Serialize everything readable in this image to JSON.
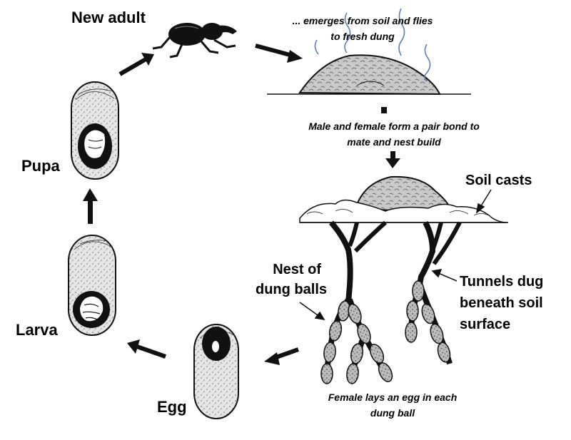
{
  "stages": {
    "new_adult": "New adult",
    "pupa": "Pupa",
    "larva": "Larva",
    "egg": "Egg"
  },
  "captions": {
    "emerges_line1": "... emerges from soil and flies",
    "emerges_line2": "to fresh dung",
    "pair_bond_line1": "Male and female form a pair bond to",
    "pair_bond_line2": "mate and nest build",
    "lays_line1": "Female lays an egg in each",
    "lays_line2": "dung ball"
  },
  "callouts": {
    "soil_casts": "Soil casts",
    "nest_line1": "Nest of",
    "nest_line2": "dung  balls",
    "tunnels_line1": "Tunnels dug",
    "tunnels_line2": "beneath soil",
    "tunnels_line3": "surface"
  },
  "icons": [
    "dung-beetle-icon",
    "dung-pat-icon",
    "pupa-cell-icon",
    "larva-cell-icon",
    "egg-cell-icon",
    "nest-tunnel-icon",
    "scent-line-icon"
  ],
  "colors": {
    "ink": "#111111",
    "ball": "#bdbdbd",
    "cell": "#e3e3e3",
    "scent": "#5b7fb5"
  }
}
